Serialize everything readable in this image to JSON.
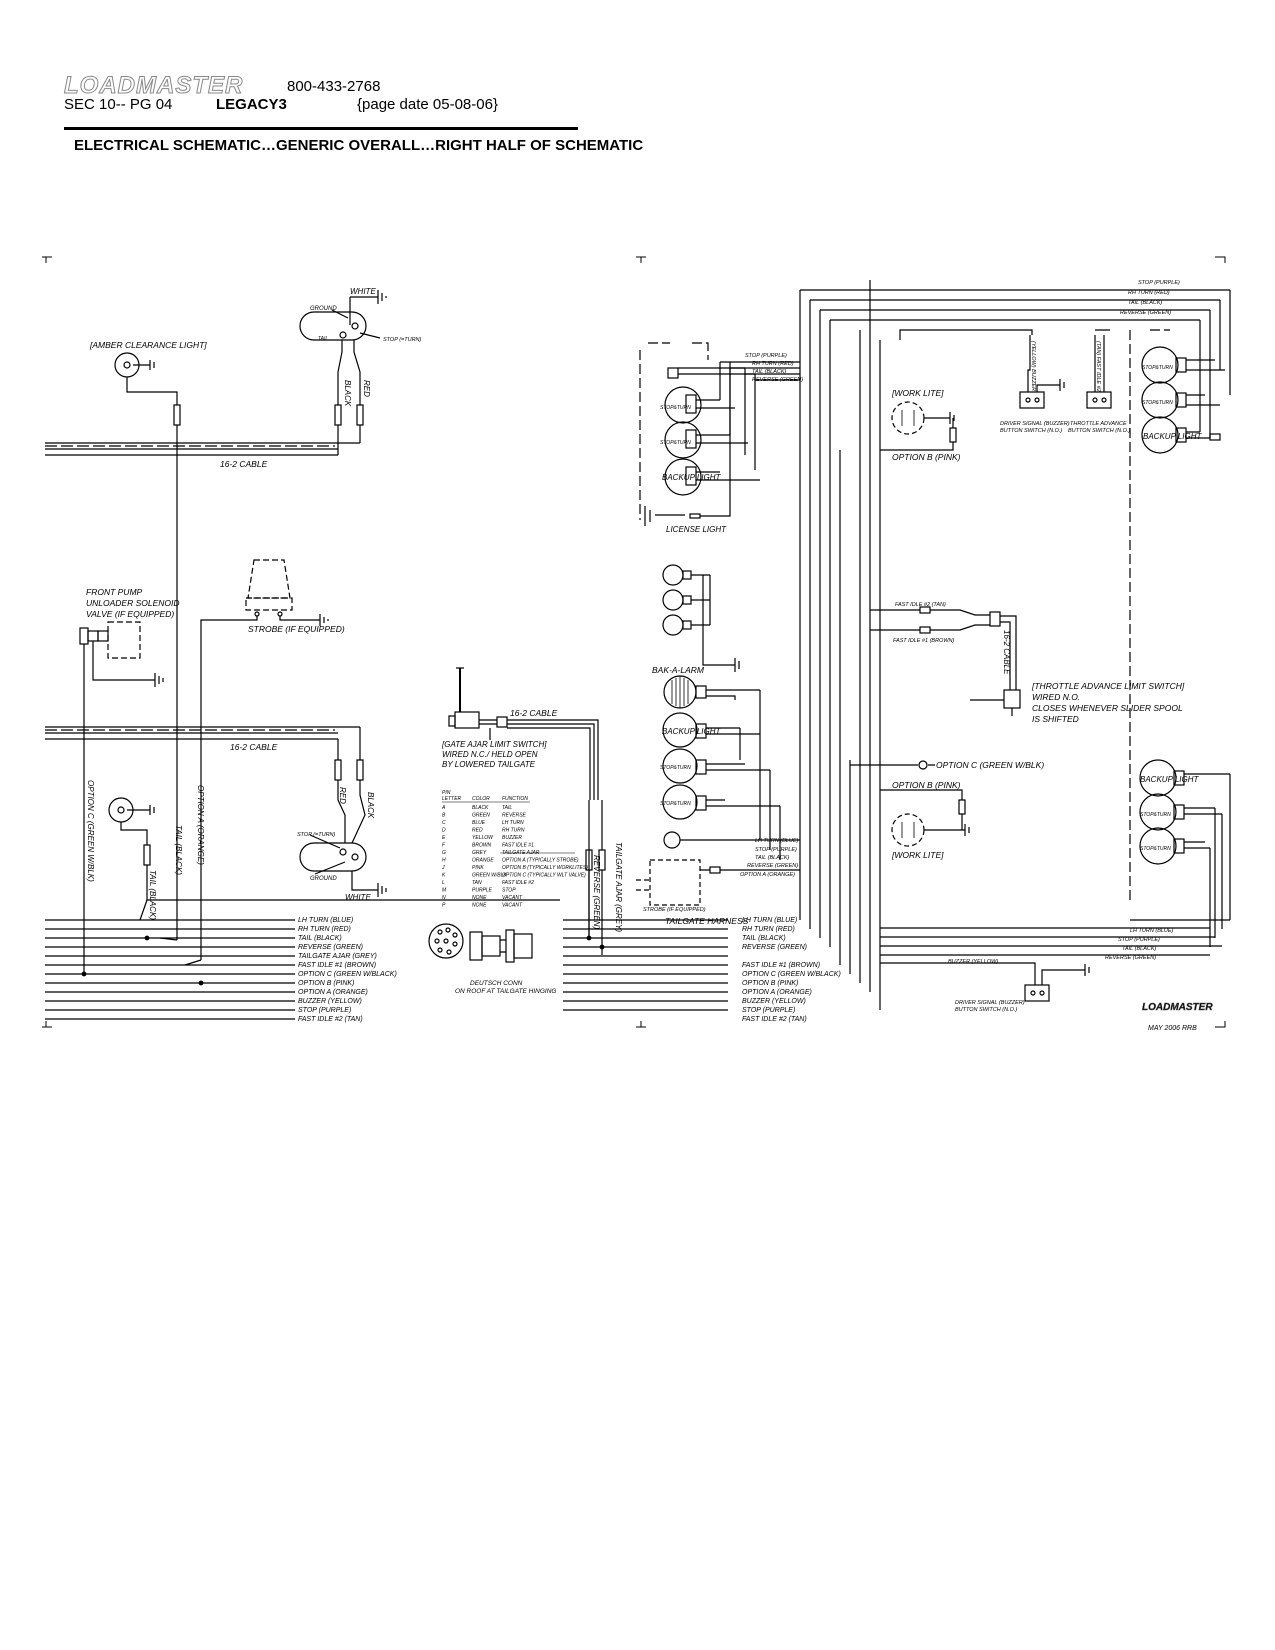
{
  "header": {
    "logo": "LOADMASTER",
    "phone": "800-433-2768",
    "section": "SEC 10-- PG 04",
    "model": "LEGACY3",
    "page_date": "{page date 05-08-06}",
    "title": "ELECTRICAL SCHEMATIC…GENERIC OVERALL…RIGHT HALF OF SCHEMATIC"
  },
  "labels": {
    "amber_clearance": "[AMBER CLEARANCE LIGHT]",
    "white": "WHITE",
    "ground": "GROUND",
    "tail": "TAIL",
    "stop_turn": "STOP (=TURN)",
    "black": "BLACK",
    "red": "RED",
    "cable_16_2": "16-2 CABLE",
    "front_pump_1": "FRONT PUMP",
    "front_pump_2": "UNLOADER SOLENOID",
    "front_pump_3": "VALVE (IF EQUIPPED)",
    "strobe": "STROBE (IF EQUIPPED)",
    "option_c_vert": "OPTION C (GREEN W/BLK)",
    "tail_black": "TAIL (BLACK)",
    "option_a_orange": "OPTION A (ORANGE)",
    "gate_ajar_1": "[GATE AJAR LIMIT SWITCH]",
    "gate_ajar_2": "WIRED N.C./ HELD OPEN",
    "gate_ajar_3": "BY LOWERED TAILGATE",
    "reverse_green": "REVERSE (GREEN)",
    "tailgate_ajar_grey": "TAILGATE AJAR (GREY)",
    "deutsch_1": "DEUTSCH CONN",
    "deutsch_2": "ON ROOF AT TAILGATE HINGING",
    "stop_turn_lamp": "STOP&TURN",
    "backup_light": "BACKUP LIGHT",
    "license_light": "LICENSE LIGHT",
    "bak_a_larm": "BAK-A-LARM",
    "strobe_small": "STROBE (IF EQUIPPED)",
    "tailgate_harness": "TAILGATE HARNESS",
    "work_lite": "[WORK LITE]",
    "option_b_pink": "OPTION B (PINK)",
    "option_c_green": "OPTION C (GREEN W/BLK)",
    "fast_idle_2_tan": "FAST IDLE #2 (TAN)",
    "fast_idle_1_brown": "FAST IDLE #1 (BROWN)",
    "throttle_1": "[THROTTLE ADVANCE LIMIT SWITCH]",
    "throttle_2": "WIRED N.O.",
    "throttle_3": "CLOSES WHENEVER SLIDER SPOOL",
    "throttle_4": "IS SHIFTED",
    "driver_signal_1": "DRIVER SIGNAL (BUZZER)",
    "driver_signal_2": "BUTTON SWITCH (N.O.)",
    "throttle_btn_1": "THROTTLE ADVANCE",
    "throttle_btn_2": "BUTTON SWITCH (N.O.)",
    "buzzer_yellow": "BUZZER (YELLOW)",
    "yellow_buzzer": "(YELLOW) BUZZER",
    "fast_idle_2_vert": "(TAN) FAST IDLE #2",
    "stop_purple": "STOP (PURPLE)",
    "rh_turn_red": "RH TURN (RED)",
    "tail_black_small": "TAIL (BLACK)",
    "lh_turn_blue": "LH TURN (BLUE)",
    "option_a_orange_small": "OPTION A (ORANGE)",
    "logo_small": "LOADMASTER",
    "date_sig": "MAY 2006   RRB"
  },
  "harness_wires": [
    "LH TURN (BLUE)",
    "RH TURN (RED)",
    "TAIL (BLACK)",
    "REVERSE (GREEN)",
    "TAILGATE AJAR (GREY)",
    "FAST IDLE #1 (BROWN)",
    "OPTION C (GREEN W/BLACK)",
    "OPTION B (PINK)",
    "OPTION A (ORANGE)",
    "BUZZER (YELLOW)",
    "STOP (PURPLE)",
    "FAST IDLE #2 (TAN)"
  ],
  "harness_wires_right": [
    "LH TURN (BLUE)",
    "RH TURN (RED)",
    "TAIL (BLACK)",
    "REVERSE (GREEN)",
    "FAST IDLE #1 (BROWN)",
    "OPTION C (GREEN W/BLACK)",
    "OPTION B (PINK)",
    "OPTION A (ORANGE)",
    "BUZZER (YELLOW)",
    "STOP (PURPLE)",
    "FAST IDLE #2 (TAN)"
  ],
  "pin_table": {
    "headers": [
      "PIN LETTER",
      "COLOR",
      "FUNCTION"
    ],
    "rows": [
      [
        "A",
        "BLACK",
        "TAIL"
      ],
      [
        "B",
        "GREEN",
        "REVERSE"
      ],
      [
        "C",
        "BLUE",
        "LH TURN"
      ],
      [
        "D",
        "RED",
        "RH TURN"
      ],
      [
        "E",
        "YELLOW",
        "BUZZER"
      ],
      [
        "F",
        "BROWN",
        "FAST IDLE #1"
      ],
      [
        "G",
        "GREY",
        "TAILGATE AJAR"
      ],
      [
        "H",
        "ORANGE",
        "OPTION A (TYPICALLY STROBE)"
      ],
      [
        "J",
        "PINK",
        "OPTION B (TYPICALLY WORKLITES)"
      ],
      [
        "K",
        "GREEN W/BLK",
        "OPTION C (TYPICALLY WLT VALVE)"
      ],
      [
        "L",
        "TAN",
        "FAST IDLE #2"
      ],
      [
        "M",
        "PURPLE",
        "STOP"
      ],
      [
        "N",
        "NONE",
        "VACANT"
      ],
      [
        "P",
        "NONE",
        "VACANT"
      ]
    ]
  },
  "top_right_wires": [
    "STOP (PURPLE)",
    "RH TURN (RED)",
    "TAIL (BLACK)",
    "REVERSE (GREEN)"
  ]
}
